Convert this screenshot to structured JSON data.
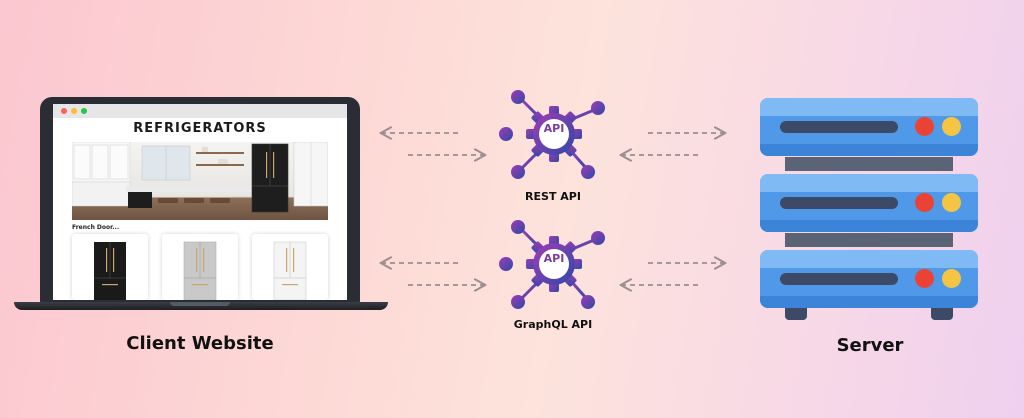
{
  "client": {
    "caption": "Client Website",
    "website": {
      "title": "REFRIGERATORS",
      "section_label": "French Door..."
    }
  },
  "server": {
    "caption": "Server"
  },
  "apis": [
    {
      "label": "REST API",
      "icon_text": "API"
    },
    {
      "label": "GraphQL API",
      "icon_text": "API"
    }
  ],
  "colors": {
    "api_icon_gradient_start": "#a23bb4",
    "api_icon_gradient_end": "#2d4aa8",
    "server_blue": "#4f99e8",
    "server_light": "#7fbaf5",
    "server_slot": "#3c4a67",
    "led_red": "#ea4335",
    "led_yellow": "#f4c542",
    "arrow": "#9a8f90"
  },
  "icons": [
    "api-gear-icon",
    "arrow-left-icon",
    "arrow-right-icon",
    "server-icon",
    "laptop-icon",
    "refrigerator-icon"
  ]
}
